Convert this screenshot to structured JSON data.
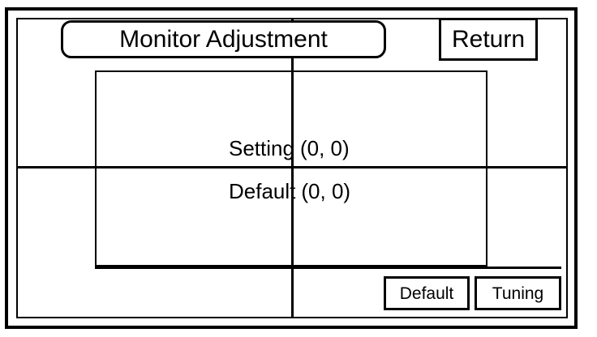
{
  "screen": {
    "title": "Monitor Adjustment",
    "return_button_label": "Return",
    "calibration": {
      "setting_label": "Setting",
      "setting_coords": "(0, 0)",
      "default_label": "Default",
      "default_coords": "(0, 0)"
    },
    "bottom_buttons": {
      "default_label": "Default",
      "tuning_label": "Tuning"
    },
    "colors": {
      "foreground": "#000000",
      "background": "#ffffff"
    }
  }
}
